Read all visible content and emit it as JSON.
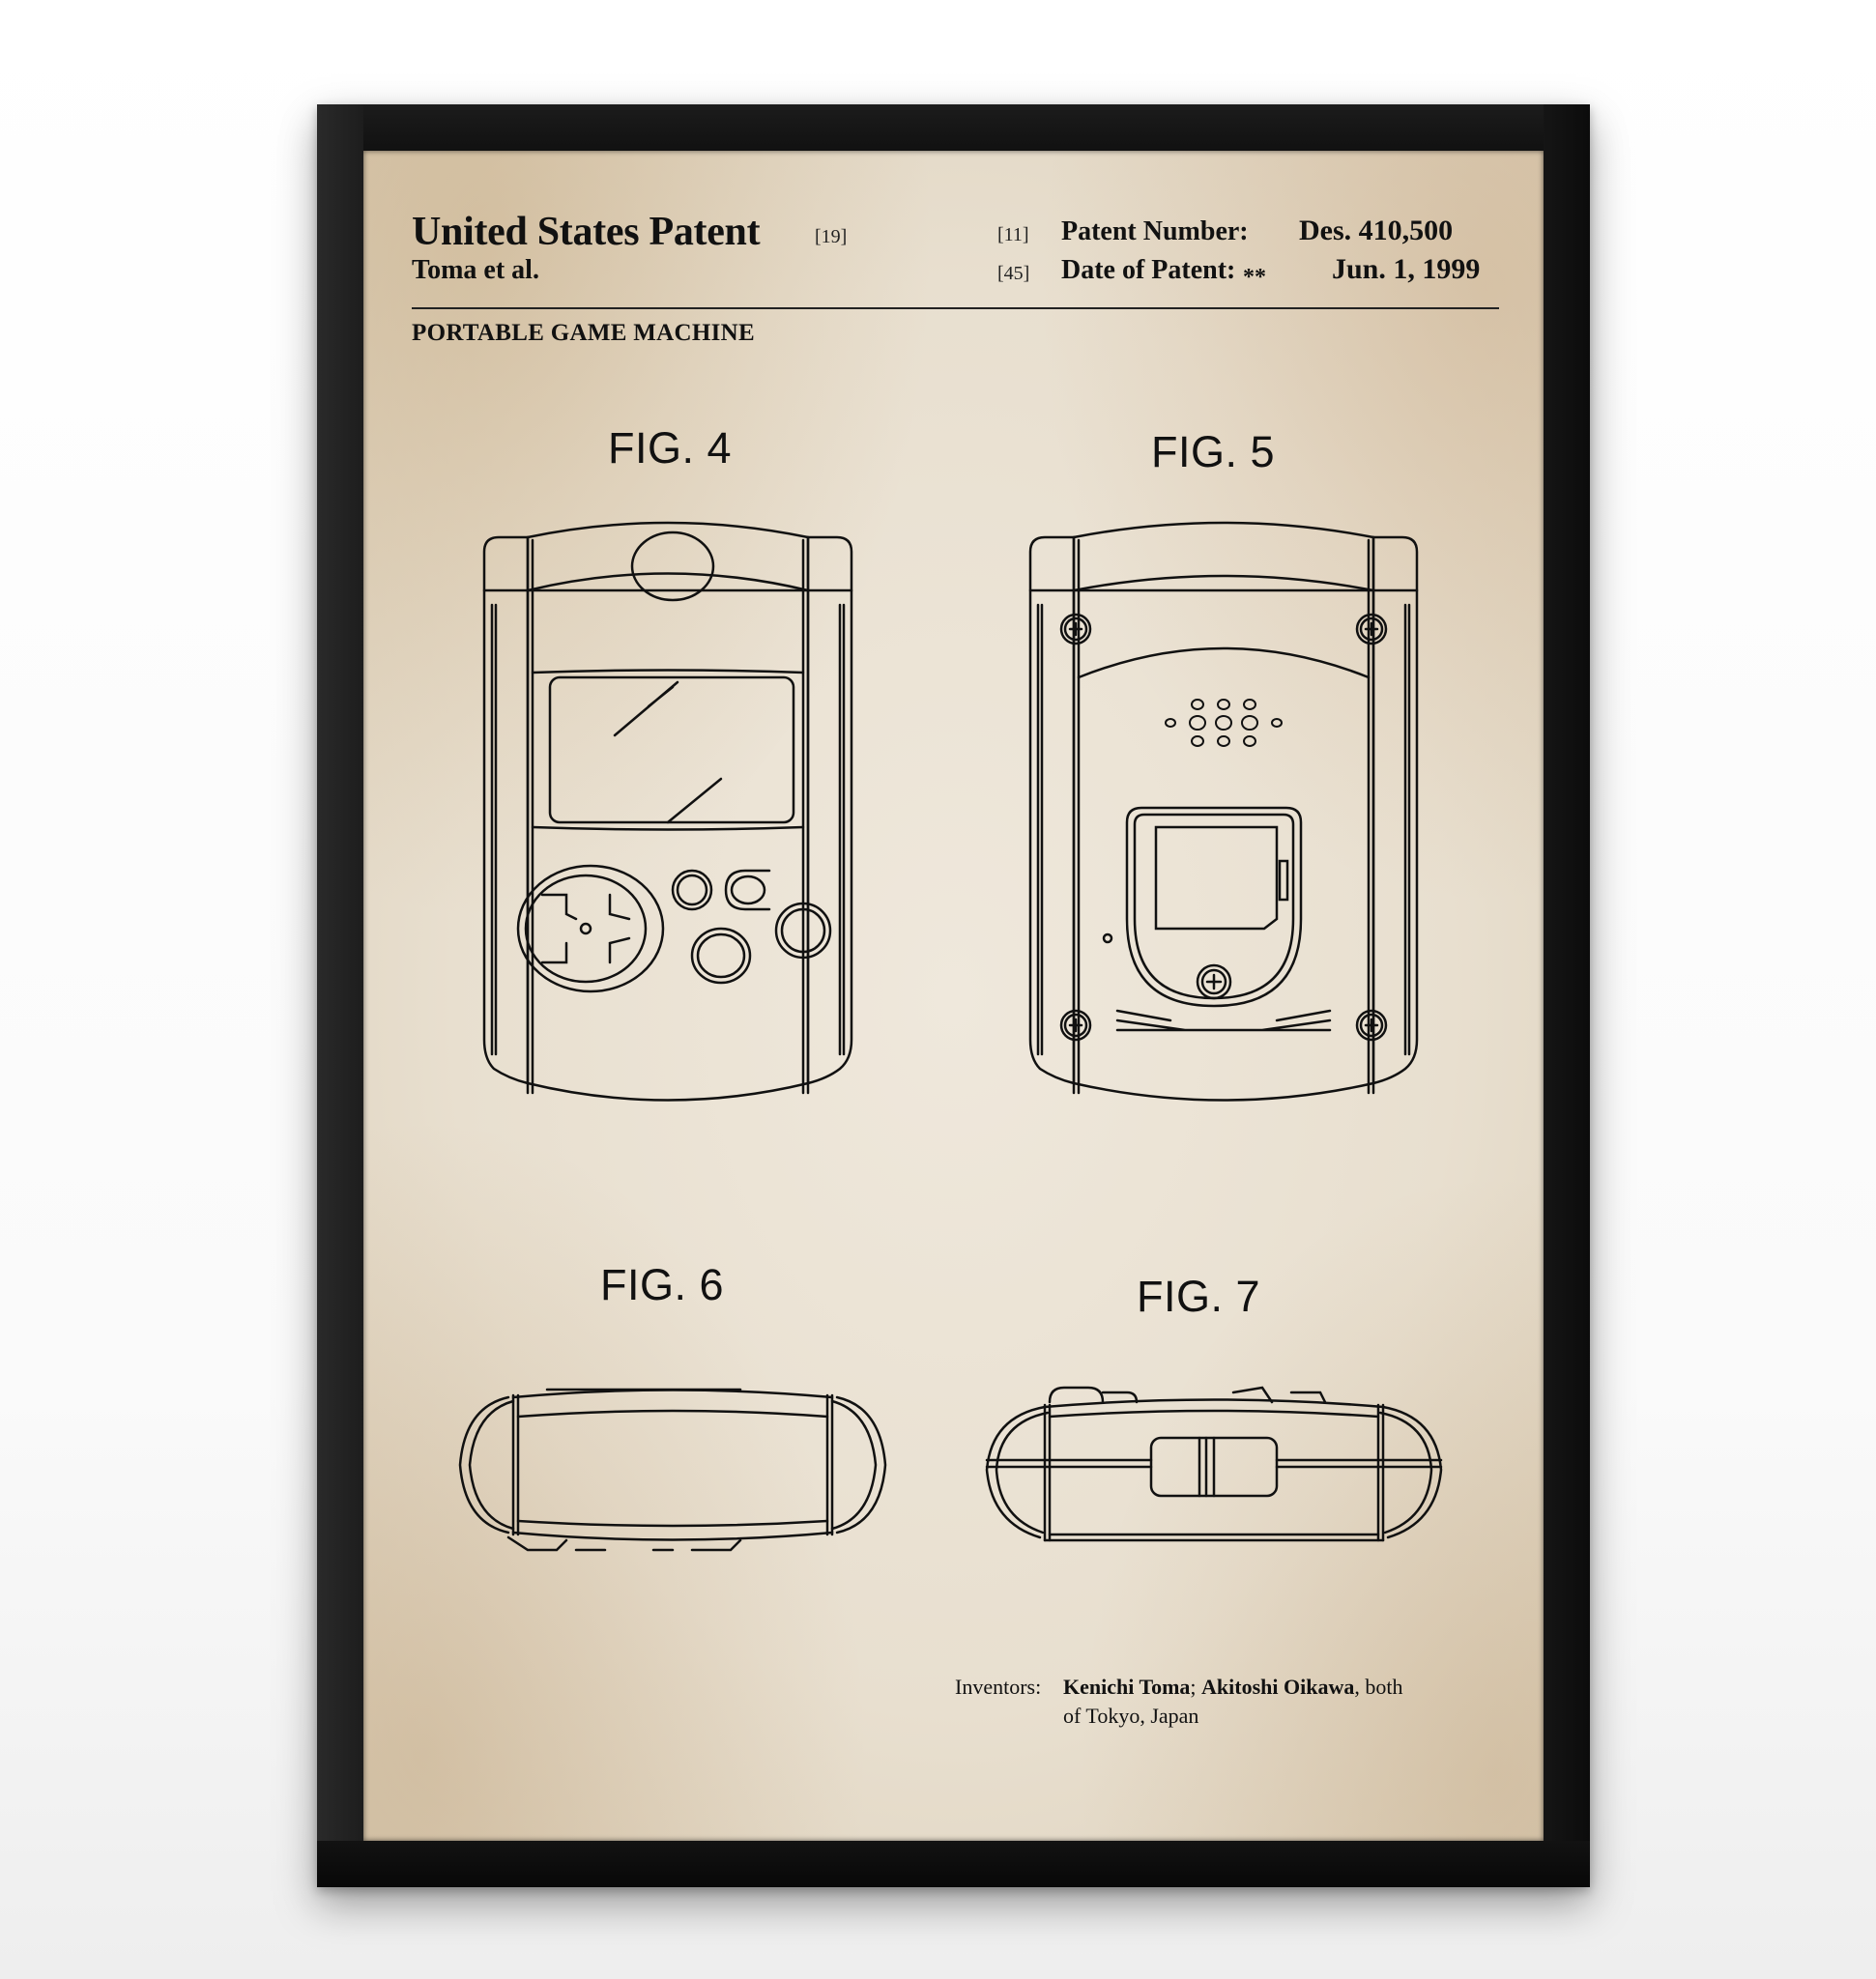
{
  "poster": {
    "frame_color": "#141414",
    "paper_color": "#e8dfcf",
    "ink_color": "#111111"
  },
  "header": {
    "title": "United States Patent",
    "title_ref": "[19]",
    "author": "Toma et al.",
    "patent_number_ref": "[11]",
    "patent_number_label": "Patent Number:",
    "patent_number_value": "Des. 410,500",
    "date_ref": "[45]",
    "date_label": "Date of Patent:",
    "date_marker": "**",
    "date_value": "Jun. 1, 1999"
  },
  "subject": "PORTABLE GAME MACHINE",
  "figures": [
    {
      "label": "FIG. 4",
      "view": "front view of portable game machine with screen, d-pad and buttons"
    },
    {
      "label": "FIG. 5",
      "view": "rear view with screws, speaker holes and battery cover"
    },
    {
      "label": "FIG. 6",
      "view": "top side view"
    },
    {
      "label": "FIG. 7",
      "view": "bottom side view with connector slot"
    }
  ],
  "inventors": {
    "label": "Inventors:",
    "name1": "Kenichi Toma",
    "separator": "; ",
    "name2": "Akitoshi Oikawa",
    "suffix": ", both",
    "location": "of Tokyo, Japan"
  }
}
